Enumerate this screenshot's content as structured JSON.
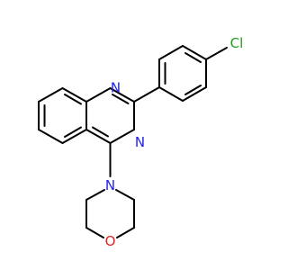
{
  "molecule": {
    "atoms": {
      "cl": {
        "symbol": "Cl",
        "color": "#1e9e1e"
      },
      "n1": {
        "symbol": "N",
        "color": "#2020ee"
      },
      "n3": {
        "symbol": "N",
        "color": "#2020ee"
      },
      "n_morpholine": {
        "symbol": "N",
        "color": "#2020ee"
      },
      "o_morpholine": {
        "symbol": "O",
        "color": "#e52020"
      }
    },
    "bond_color": "#000000"
  }
}
